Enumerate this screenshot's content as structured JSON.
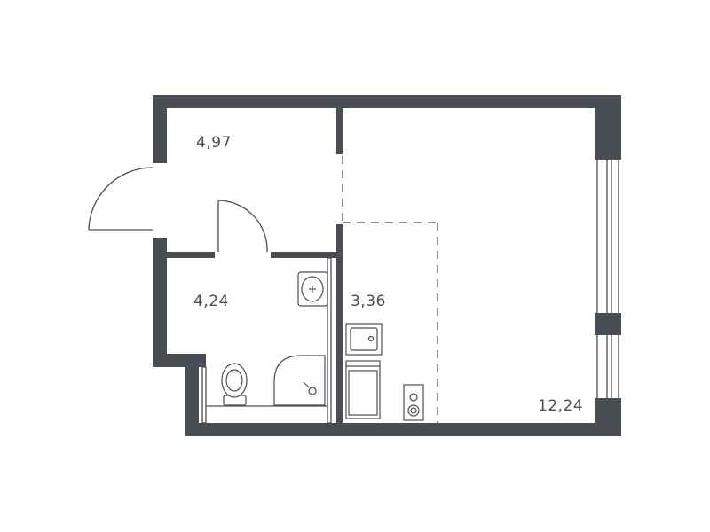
{
  "colors": {
    "wall": "#4a4d54",
    "line": "#4a4d54",
    "text": "#4a4d54"
  },
  "rooms": [
    {
      "id": "hallway",
      "area": "4,97"
    },
    {
      "id": "bathroom",
      "area": "4,24"
    },
    {
      "id": "kitchen",
      "area": "3,36"
    },
    {
      "id": "living",
      "area": "12,24"
    }
  ]
}
